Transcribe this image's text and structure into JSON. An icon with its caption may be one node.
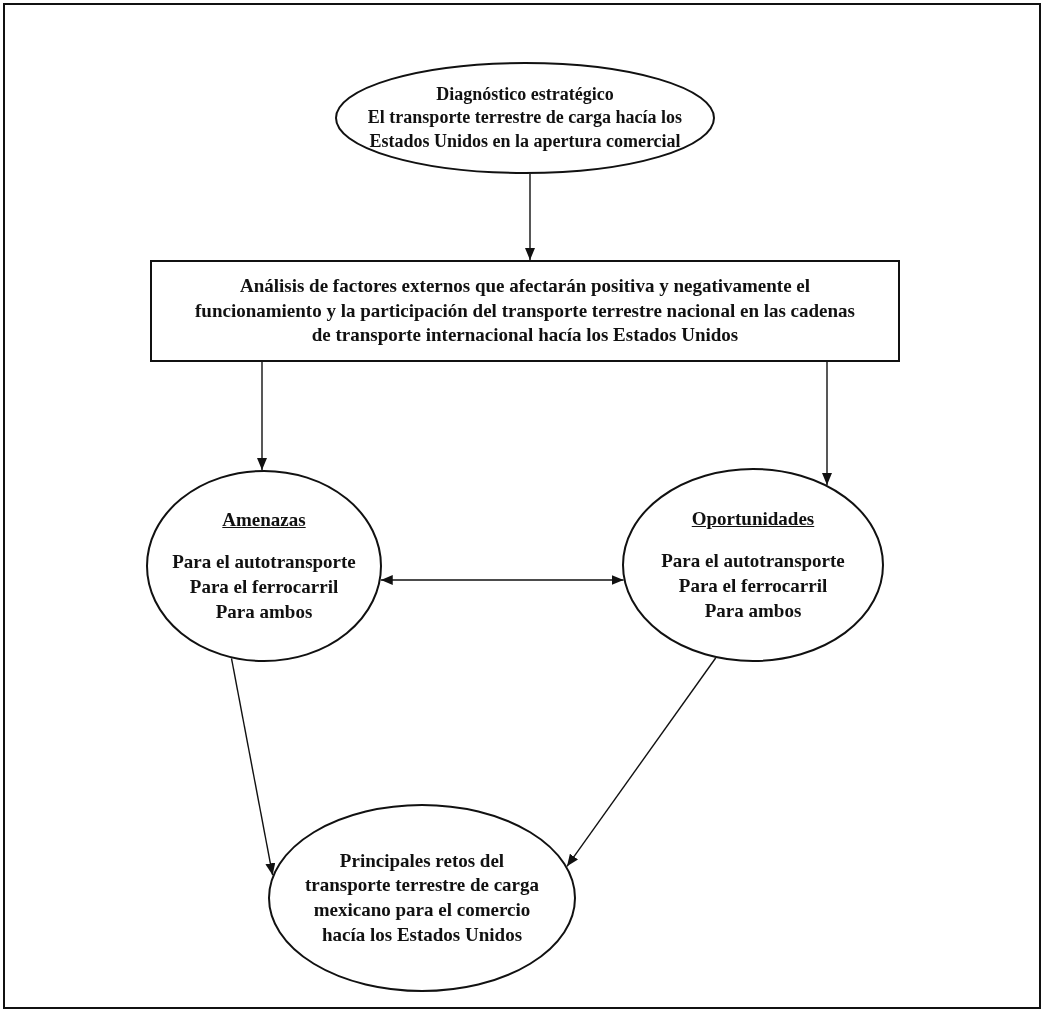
{
  "diagram": {
    "nodes": [
      {
        "text": [
          "Diagnóstico estratégico",
          "El transporte terrestre de carga hacía los Estados Unidos en la apertura comercial"
        ]
      },
      {
        "text": [
          "Análisis de factores externos que afectarán positiva y negativamente el funcionamiento y la participación del transporte terrestre nacional en las cadenas de transporte internacional hacía los Estados Unidos"
        ]
      },
      {
        "text": [
          "Amenazas",
          "Para el autotransporte",
          "Para el ferrocarril",
          "Para ambos"
        ]
      },
      {
        "text": [
          "Oportunidades",
          "Para el autotransporte",
          "Para el ferrocarril",
          "Para ambos"
        ]
      },
      {
        "text": [
          "Principales retos del transporte terrestre de carga mexicano para el comercio hacía los Estados Unidos"
        ]
      }
    ],
    "edges": [
      {
        "from": 0,
        "to": 1,
        "arrow": "to"
      },
      {
        "from": 1,
        "to": 2,
        "arrow": "to"
      },
      {
        "from": 1,
        "to": 3,
        "arrow": "to"
      },
      {
        "from": 2,
        "to": 3,
        "arrow": "both"
      },
      {
        "from": 2,
        "to": 4,
        "arrow": "to"
      },
      {
        "from": 3,
        "to": 4,
        "arrow": "to"
      }
    ]
  }
}
